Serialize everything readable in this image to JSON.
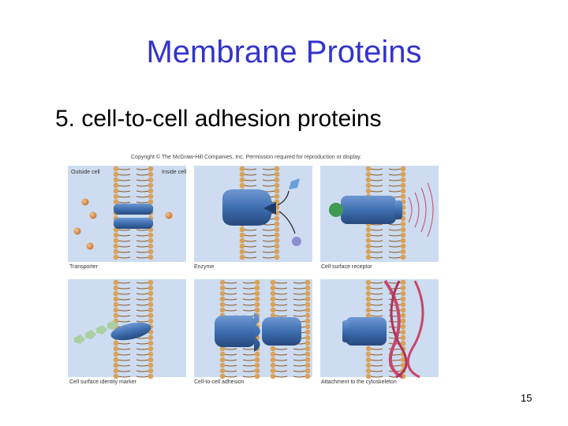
{
  "slide": {
    "title": "Membrane Proteins",
    "bullet": "5. cell-to-cell adhesion proteins",
    "page_number": "15"
  },
  "figure": {
    "copyright": "Copyright © The McGraw-Hill Companies, Inc. Permission required for reproduction or display.",
    "outside_cell": "Outside cell",
    "inside_cell": "Inside cell",
    "captions": {
      "transporter": "Transporter",
      "enzyme": "Enzyme",
      "receptor": "Cell surface receptor",
      "identity": "Cell surface identity marker",
      "adhesion": "Cell-to-cell adhesion",
      "cytoskeleton": "Attachment to the cytoskeleton"
    }
  },
  "colors": {
    "title": "#3333cc",
    "panel_background": "#cddcf0",
    "membrane_head": "#d9a25a",
    "membrane_tail": "#8a5a2b",
    "protein": "#3e6fb0",
    "cytoskeleton": "#c8466a"
  }
}
